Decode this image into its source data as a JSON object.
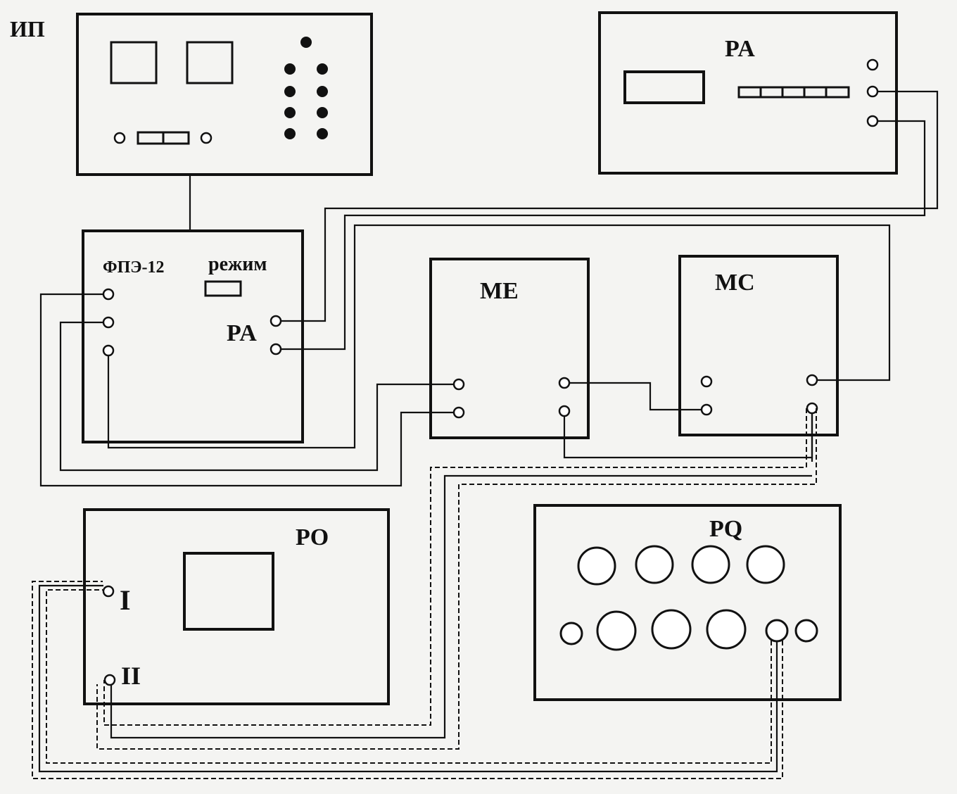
{
  "devices": {
    "power_supply": {
      "label": "ИП"
    },
    "ammeter": {
      "label": "PA"
    },
    "module": {
      "label": "ФПЭ-12",
      "mode_label": "режим",
      "pa_label": "PA"
    },
    "me": {
      "label": "ME"
    },
    "mc": {
      "label": "MC"
    },
    "oscilloscope": {
      "label": "PO",
      "channel1": "I",
      "channel2": "II"
    },
    "generator": {
      "label": "PQ"
    }
  }
}
